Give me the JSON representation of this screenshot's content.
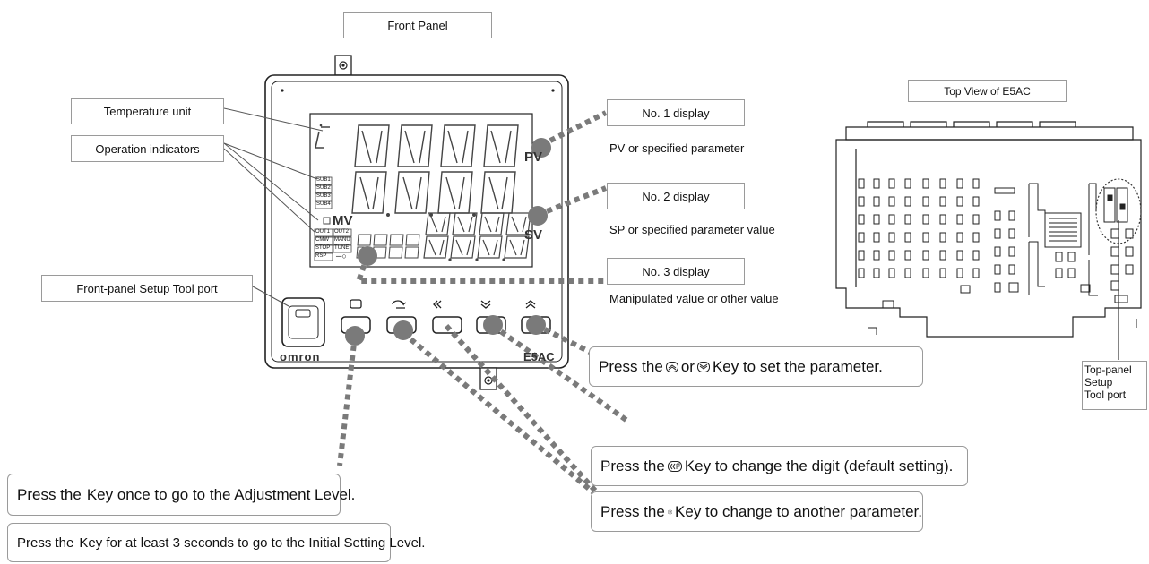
{
  "front_panel": {
    "title": "Front Panel",
    "brand": "omron",
    "model": "E5AC",
    "labels": {
      "temp_unit": "Temperature unit",
      "op_indicators": "Operation indicators",
      "setup_port": "Front-panel Setup Tool port"
    },
    "lcd": {
      "pv_tag": "PV",
      "sv_tag": "SV",
      "mv_tag": "MV",
      "degree_symbol": "C",
      "sub_indicators": [
        "SUB1",
        "SUB2",
        "SUB3",
        "SUB4"
      ],
      "status_indicators": [
        "OUT1",
        "OUT2",
        "CMW",
        "MANU",
        "STOP",
        "TUNE",
        "RSP"
      ],
      "key_icon": "key-lock-icon"
    },
    "key_glyphs": [
      "level-key-icon",
      "mode-key-icon",
      "shift-pf-key-icon",
      "down-key-icon",
      "up-key-icon"
    ]
  },
  "displays": {
    "no1": {
      "title": "No. 1 display",
      "caption": "PV or specified parameter"
    },
    "no2": {
      "title": "No. 2 display",
      "caption": "SP or specified parameter value"
    },
    "no3": {
      "title": "No. 3 display",
      "caption": "Manipulated value or other value"
    }
  },
  "callouts": {
    "updown": {
      "pre": "Press the",
      "mid": "or",
      "post": "Key to set the parameter."
    },
    "shift": {
      "pre": "Press the",
      "post": "Key to change the digit (default setting)."
    },
    "mode": {
      "pre": "Press the",
      "post": "Key to change to another parameter."
    },
    "level_once": {
      "pre": "Press the",
      "post": "Key once to go to the Adjustment Level."
    },
    "level_hold": {
      "pre": "Press the",
      "post": "Key for at least 3 seconds to go to the Initial Setting Level."
    }
  },
  "top_view": {
    "title": "Top View of E5AC",
    "port_label": [
      "Top-panel",
      "Setup",
      "Tool port"
    ]
  },
  "colors": {
    "line": "#555555",
    "dotted_leader": "#7a7a7a",
    "panel": "#ffffff",
    "lcd_segments": "#444444"
  }
}
